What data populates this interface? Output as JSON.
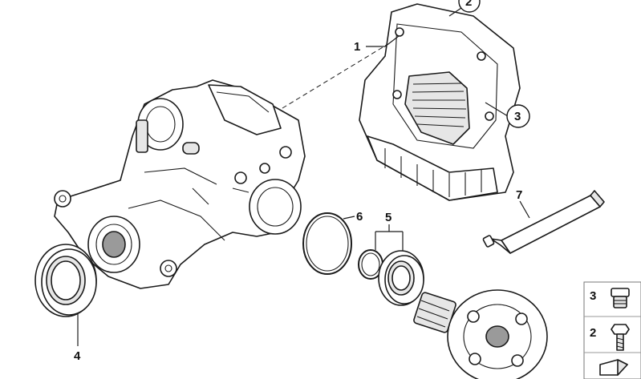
{
  "callouts": {
    "c1": "1",
    "c2": "2",
    "c3": "3",
    "c4": "4",
    "c5": "5",
    "c6": "6",
    "c7": "7"
  },
  "legend": {
    "row1_label": "3",
    "row2_label": "2"
  }
}
